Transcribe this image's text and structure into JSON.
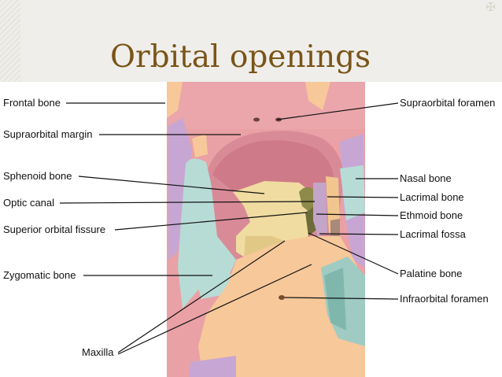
{
  "slide": {
    "title": "Orbital openings",
    "corner_icon": "clover-icon"
  },
  "figure": {
    "left_labels": [
      "Frontal bone",
      "Supraorbital margin",
      "Sphenoid bone",
      "Optic canal",
      "Superior orbital fissure",
      "Zygomatic bone"
    ],
    "right_labels": [
      "Supraorbital foramen",
      "Nasal bone",
      "Lacrimal bone",
      "Ethmoid bone",
      "Lacrimal fossa",
      "Palatine bone",
      "Infraorbital foramen"
    ],
    "bottom_label": "Maxilla",
    "colors": {
      "frontal": "#e9a1a5",
      "sphenoid": "#f0dca0",
      "zygomatic": "#b7dcd6",
      "maxilla": "#f7c89a",
      "ethmoid_lacrimal": "#c3a5c9",
      "greater_wing": "#c7a6d4"
    }
  }
}
